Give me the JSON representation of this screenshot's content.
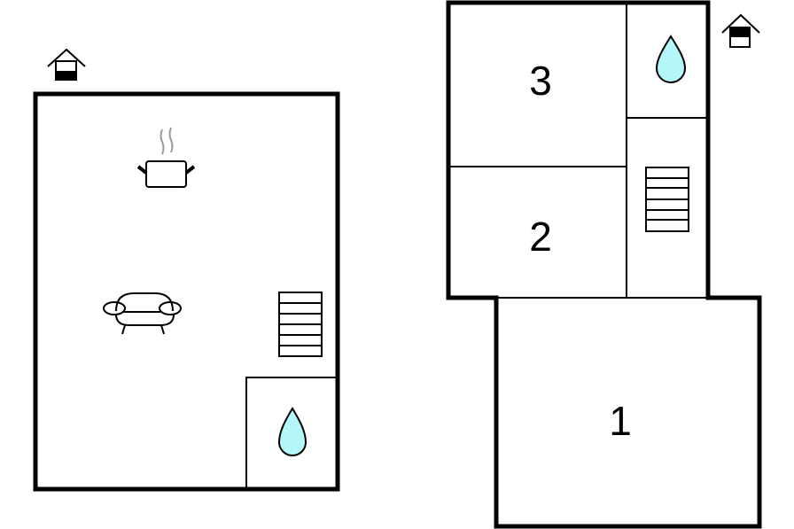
{
  "floor_plan": {
    "ground_floor": {
      "icons": [
        "floor-indicator-ground-icon",
        "cooking-pot-icon",
        "sofa-icon",
        "stairs-icon",
        "bathroom-drop-icon"
      ]
    },
    "upper_floor": {
      "icons": [
        "floor-indicator-upper-icon",
        "bathroom-drop-icon",
        "stairs-icon"
      ],
      "rooms": [
        {
          "label": "3"
        },
        {
          "label": "2"
        },
        {
          "label": "1"
        }
      ]
    },
    "colors": {
      "water": "#b3f7fb",
      "wall": "#000000",
      "steam": "#999999"
    }
  }
}
